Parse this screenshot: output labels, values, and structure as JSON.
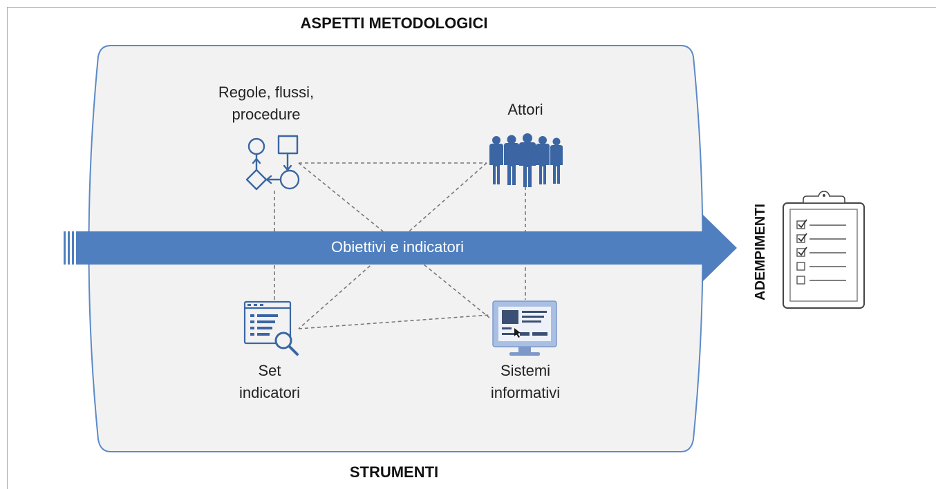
{
  "top_title": "ASPETTI METODOLOGICI",
  "bottom_title": "STRUMENTI",
  "arrow_label": "Obiettivi e indicatori",
  "side_label": "ADEMPIMENTI",
  "nodes": {
    "regole": "Regole, flussi,\nprocedure",
    "attori": "Attori",
    "set_indicatori": "Set\nindicatori",
    "sistemi": "Sistemi\ninformativi"
  },
  "icons": {
    "flowchart": "flowchart-icon",
    "people": "people-group-icon",
    "data_search": "data-search-icon",
    "monitor": "computer-monitor-icon",
    "clipboard": "clipboard-checklist-icon"
  },
  "colors": {
    "arrow": "#4f7fbe",
    "panel_fill": "#f2f2f2",
    "panel_border": "#5b8ac7",
    "icon_blue": "#3b66a3",
    "connector": "#777777"
  }
}
